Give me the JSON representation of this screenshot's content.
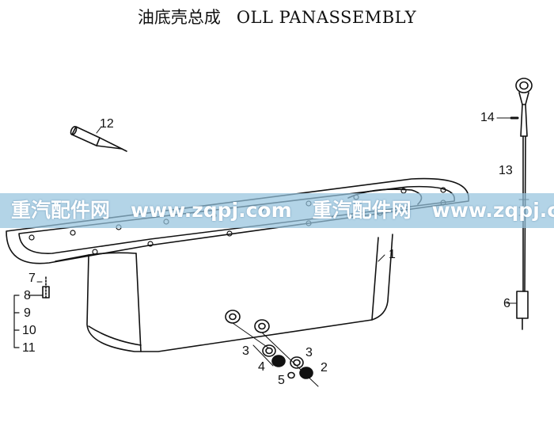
{
  "title": {
    "zh": "油底壳总成",
    "en": "OLL PANASSEMBLY"
  },
  "callouts": {
    "c1": "1",
    "c2": "2",
    "c3a": "3",
    "c3b": "3",
    "c4": "4",
    "c5": "5",
    "c6": "6",
    "c7": "7",
    "c8": "8",
    "c9": "9",
    "c10": "10",
    "c11": "11",
    "c12": "12",
    "c13": "13",
    "c14": "14"
  },
  "watermark": {
    "items": [
      "重汽配件网",
      "www.zqpj.com",
      "重汽配件网",
      "www.zqpj.com"
    ],
    "color": "#96c4de"
  }
}
